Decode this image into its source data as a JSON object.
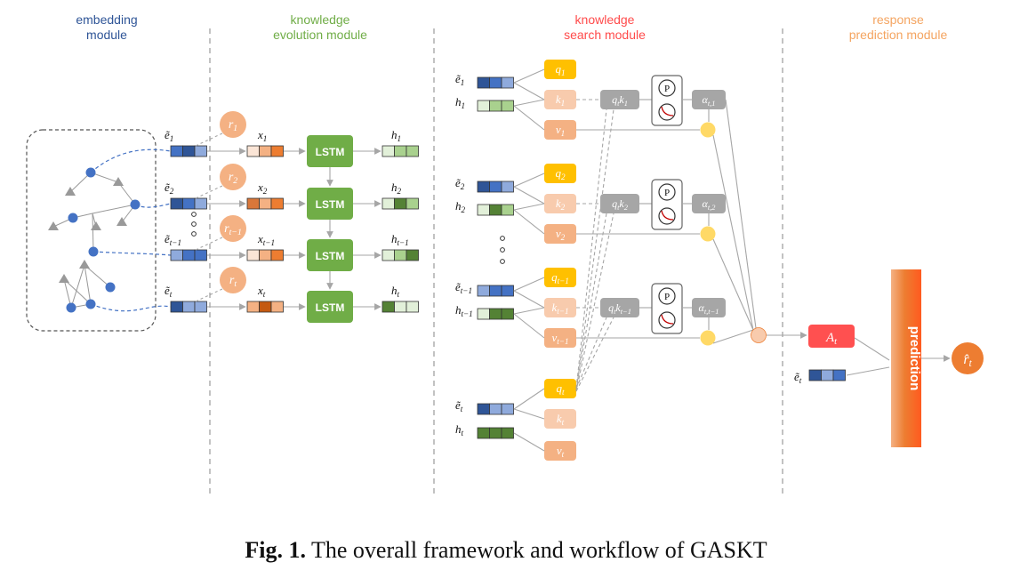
{
  "modules": {
    "embedding": {
      "line1": "embedding",
      "line2": "module"
    },
    "evolution": {
      "line1": "knowledge",
      "line2": "evolution module"
    },
    "search": {
      "line1": "knowledge",
      "line2": "search module"
    },
    "prediction": {
      "line1": "response",
      "line2": "prediction module"
    }
  },
  "colors": {
    "embedding_title": "#2f5597",
    "evolution_title": "#70ad47",
    "search_title": "#ff4b4b",
    "prediction_title": "#f4a460",
    "blue_dark": "#2f5597",
    "blue_mid": "#4472c4",
    "blue_light": "#8faadc",
    "orange_dark": "#c55a11",
    "orange_mid": "#f4b183",
    "orange_light": "#fbe5d6",
    "green_dark": "#548235",
    "green_mid": "#a9d18e",
    "green_light": "#e2f0d9",
    "q_color": "#ffc000",
    "lstm_green": "#70ad47",
    "gray_node": "#a6a6a6",
    "sum_circle": "#ffd966"
  },
  "embedding": {
    "rows": [
      {
        "e": "ẽ",
        "sub": "1",
        "r": "r",
        "rsub": "1"
      },
      {
        "e": "ẽ",
        "sub": "2",
        "r": "r",
        "rsub": "2"
      },
      {
        "e": "ẽ",
        "sub": "t−1",
        "r": "r",
        "rsub": "t−1"
      },
      {
        "e": "ẽ",
        "sub": "t",
        "r": "r",
        "rsub": "t"
      }
    ]
  },
  "evolution": {
    "lstm_label": "LSTM",
    "x": [
      {
        "sym": "x",
        "sub": "1"
      },
      {
        "sym": "x",
        "sub": "2"
      },
      {
        "sym": "x",
        "sub": "t−1"
      },
      {
        "sym": "x",
        "sub": "t"
      }
    ],
    "h": [
      {
        "sym": "h",
        "sub": "1"
      },
      {
        "sym": "h",
        "sub": "2"
      },
      {
        "sym": "h",
        "sub": "t−1"
      },
      {
        "sym": "h",
        "sub": "t"
      }
    ]
  },
  "search": {
    "groups": [
      {
        "e": "ẽ",
        "esub": "1",
        "h": "h",
        "hsub": "1",
        "q": "q",
        "qsub": "1",
        "k": "k",
        "ksub": "1",
        "v": "v",
        "vsub": "1",
        "qk": "q",
        "qksub": "t",
        "qk2": "k",
        "qk2sub": "1",
        "alpha": "α",
        "alphasub": "t,1",
        "p": "P"
      },
      {
        "e": "ẽ",
        "esub": "2",
        "h": "h",
        "hsub": "2",
        "q": "q",
        "qsub": "2",
        "k": "k",
        "ksub": "2",
        "v": "v",
        "vsub": "2",
        "qk": "q",
        "qksub": "t",
        "qk2": "k",
        "qk2sub": "2",
        "alpha": "α",
        "alphasub": "t,2",
        "p": "P"
      },
      {
        "e": "ẽ",
        "esub": "t−1",
        "h": "h",
        "hsub": "t−1",
        "q": "q",
        "qsub": "t−1",
        "k": "k",
        "ksub": "t−1",
        "v": "v",
        "vsub": "t−1",
        "qk": "q",
        "qksub": "t",
        "qk2": "k",
        "qk2sub": "t−1",
        "alpha": "α",
        "alphasub": "t,t−1",
        "p": "P"
      }
    ],
    "last": {
      "e": "ẽ",
      "esub": "t",
      "h": "h",
      "hsub": "t",
      "q": "q",
      "qsub": "t",
      "k": "k",
      "ksub": "t",
      "v": "v",
      "vsub": "t"
    }
  },
  "prediction": {
    "a": "A",
    "asub": "t",
    "e": "ẽ",
    "esub": "t",
    "bar_label": "prediction",
    "out": "r̂",
    "outsub": "t"
  },
  "caption": {
    "bold": "Fig. 1.",
    "text": " The overall framework and workflow of GASKT"
  }
}
